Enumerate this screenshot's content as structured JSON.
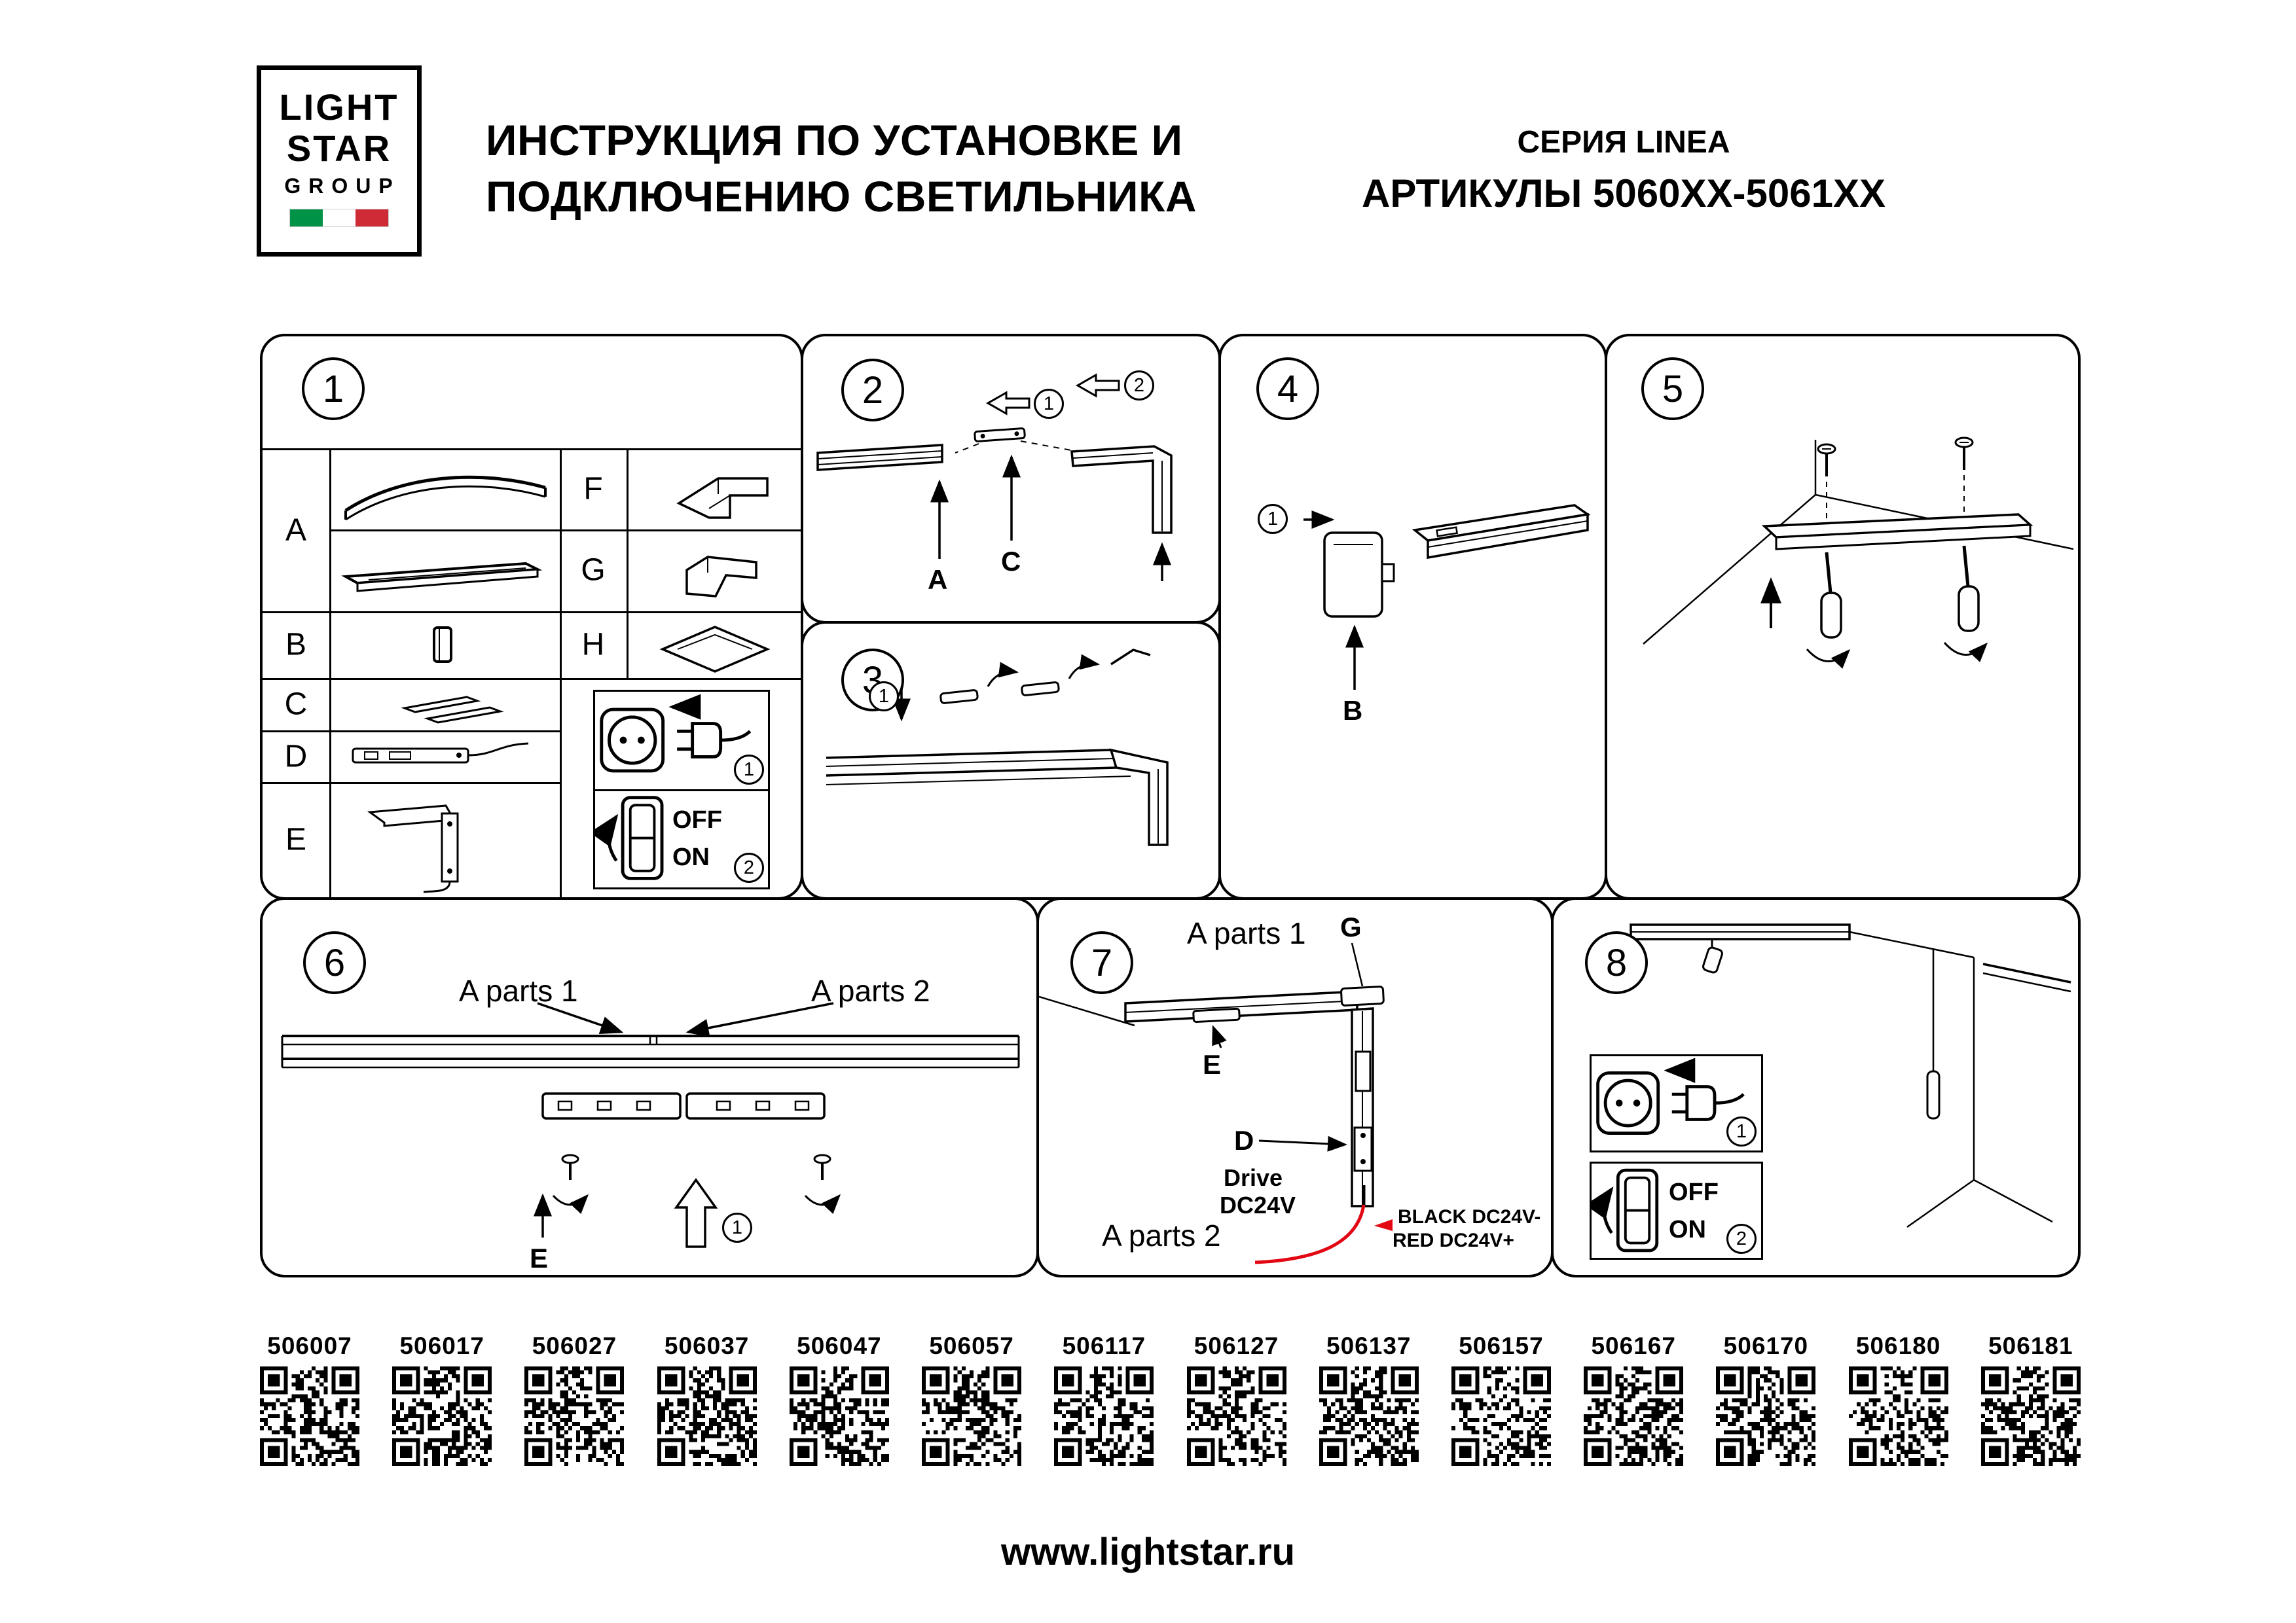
{
  "colors": {
    "ink": "#000000",
    "wire_red": "#e30613",
    "flag_green": "#009246",
    "flag_white": "#ffffff",
    "flag_red": "#ce2b37"
  },
  "logo": {
    "line1": "LIGHT",
    "line2": "STAR",
    "line3": "GROUP"
  },
  "header": {
    "title_line1": "ИНСТРУКЦИЯ ПО УСТАНОВКЕ И",
    "title_line2": "ПОДКЛЮЧЕНИЮ СВЕТИЛЬНИКА",
    "series": "СЕРИЯ LINEA",
    "articles": "АРТИКУЛЫ 5060XX-5061XX"
  },
  "panels": {
    "p1": {
      "number": "1",
      "rows_left": [
        "A",
        "B",
        "C",
        "D",
        "E"
      ],
      "rows_right": [
        "F",
        "G",
        "H"
      ],
      "socket_step": "1",
      "switch_step": "2",
      "off_label": "OFF",
      "on_label": "ON"
    },
    "p2": {
      "number": "2",
      "step_insert": "1",
      "step_corner": "2",
      "label_a": "A",
      "label_c": "C"
    },
    "p3": {
      "number": "3",
      "step": "1"
    },
    "p4": {
      "number": "4",
      "step": "1",
      "label_b": "B"
    },
    "p5": {
      "number": "5"
    },
    "p6": {
      "number": "6",
      "a_parts_1": "A parts 1",
      "a_parts_2": "A parts 2",
      "label_e": "E",
      "step": "1"
    },
    "p7": {
      "number": "7",
      "a_parts_1": "A parts 1",
      "a_parts_2": "A parts 2",
      "label_g": "G",
      "label_e": "E",
      "label_d": "D",
      "drive_line1": "Drive",
      "drive_line2": "DC24V",
      "wire_black": "BLACK DC24V-",
      "wire_red": "RED DC24V+"
    },
    "p8": {
      "number": "8",
      "socket_step": "1",
      "switch_step": "2",
      "off_label": "OFF",
      "on_label": "ON"
    }
  },
  "qr_codes": [
    "506007",
    "506017",
    "506027",
    "506037",
    "506047",
    "506057",
    "506117",
    "506127",
    "506137",
    "506157",
    "506167",
    "506170",
    "506180",
    "506181"
  ],
  "footer": {
    "website": "www.lightstar.ru"
  }
}
